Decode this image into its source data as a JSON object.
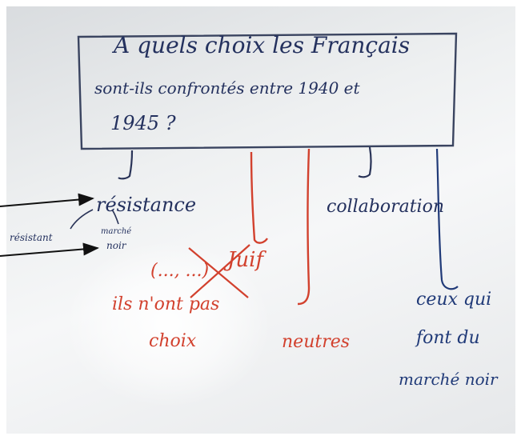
{
  "whiteboard": {
    "question_line1": "A quels choix les Français",
    "question_line2": "sont-ils confrontés entre 1940 et",
    "question_line3": "1945 ?",
    "branches": {
      "resistance": "résistance",
      "resistant": "résistant",
      "marche_small": "marché",
      "noir_small": "noir",
      "collaboration": "collaboration",
      "juif": "Juif",
      "paren": "(..., ...)",
      "ilsnont": "ils n'ont pas",
      "choix": "choix",
      "neutres": "neutres",
      "ceux_qui": "ceux qui",
      "font_du": "font du",
      "marche_noir": "marché noir"
    },
    "colors": {
      "ink_dark": "#24315e",
      "ink_red": "#d2412e",
      "ink_blue": "#203a78",
      "board": "#eef0f1"
    }
  }
}
